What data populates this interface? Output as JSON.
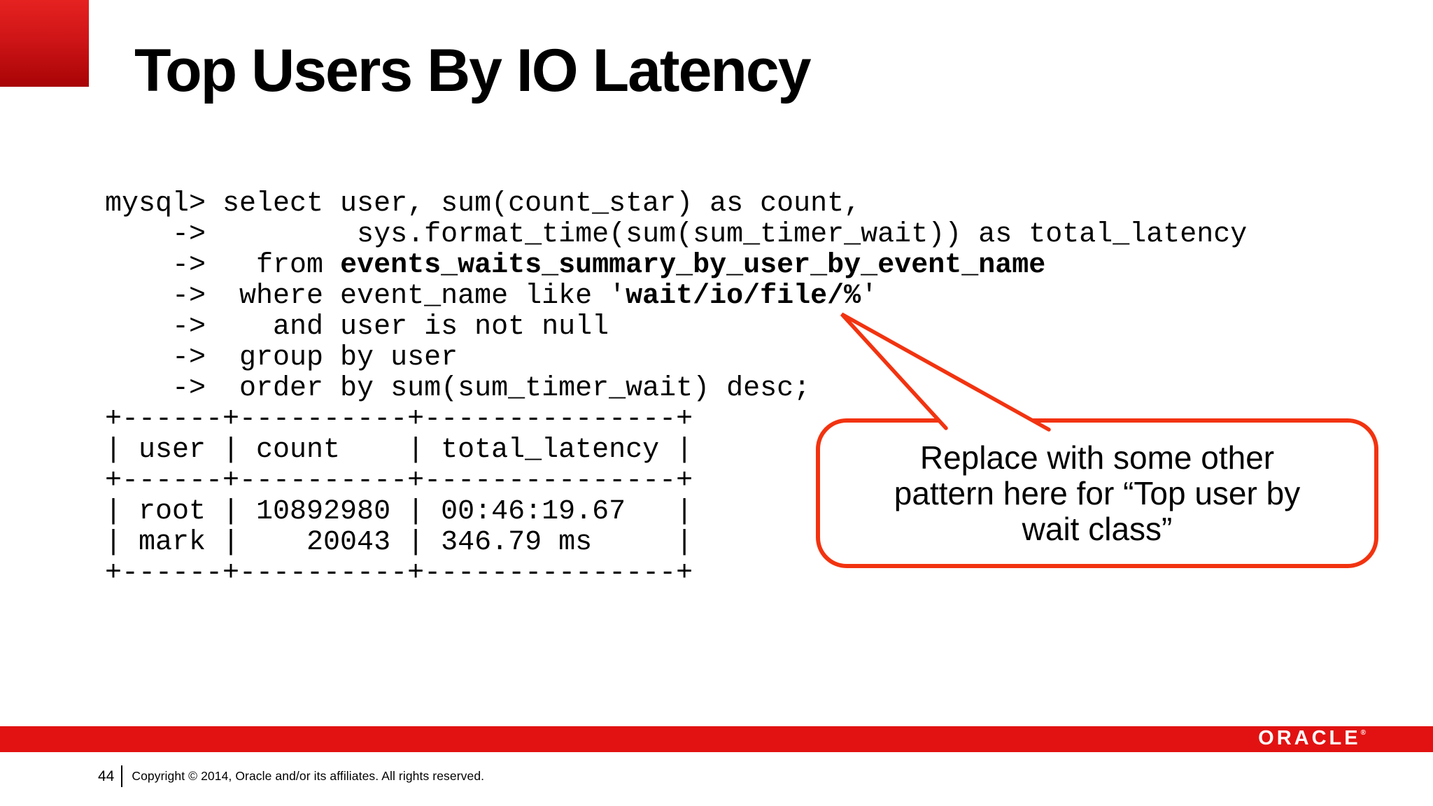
{
  "slide": {
    "title": "Top Users By IO Latency",
    "page_number": "44",
    "copyright": "Copyright © 2014, Oracle and/or its affiliates. All rights reserved.",
    "logo_text": "ORACLE",
    "logo_registered": "®"
  },
  "code": {
    "lines": [
      [
        {
          "t": "mysql> select user, sum(count_star) as count,",
          "b": false
        }
      ],
      [
        {
          "t": "    ->         sys.format_time(sum(sum_timer_wait)) as total_latency",
          "b": false
        }
      ],
      [
        {
          "t": "    ->   from ",
          "b": false
        },
        {
          "t": "events_waits_summary_by_user_by_event_name",
          "b": true
        }
      ],
      [
        {
          "t": "    ->  where event_name like '",
          "b": false
        },
        {
          "t": "wait/io/file/%",
          "b": true
        },
        {
          "t": "'",
          "b": false
        }
      ],
      [
        {
          "t": "    ->    and user is not null",
          "b": false
        }
      ],
      [
        {
          "t": "    ->  group by user",
          "b": false
        }
      ],
      [
        {
          "t": "    ->  order by sum(sum_timer_wait) desc;",
          "b": false
        }
      ],
      [
        {
          "t": "+------+----------+---------------+",
          "b": false
        }
      ],
      [
        {
          "t": "| user | count    | total_latency |",
          "b": false
        }
      ],
      [
        {
          "t": "+------+----------+---------------+",
          "b": false
        }
      ],
      [
        {
          "t": "| root | 10892980 | 00:46:19.67   |",
          "b": false
        }
      ],
      [
        {
          "t": "| mark |    20043 | 346.79 ms     |",
          "b": false
        }
      ],
      [
        {
          "t": "+------+----------+---------------+",
          "b": false
        }
      ]
    ]
  },
  "result_table": {
    "columns": [
      "user",
      "count",
      "total_latency"
    ],
    "rows": [
      [
        "root",
        "10892980",
        "00:46:19.67"
      ],
      [
        "mark",
        "20043",
        "346.79 ms"
      ]
    ]
  },
  "callout": {
    "lines": [
      "Replace with some other",
      "pattern here for “Top user by",
      "wait class”"
    ]
  },
  "colors": {
    "bottom_bar_red": "#e21212",
    "callout_red": "#f23310",
    "corner_square_top": "#e52220",
    "corner_square_bottom": "#a80406",
    "text": "#000000",
    "background": "#ffffff"
  }
}
